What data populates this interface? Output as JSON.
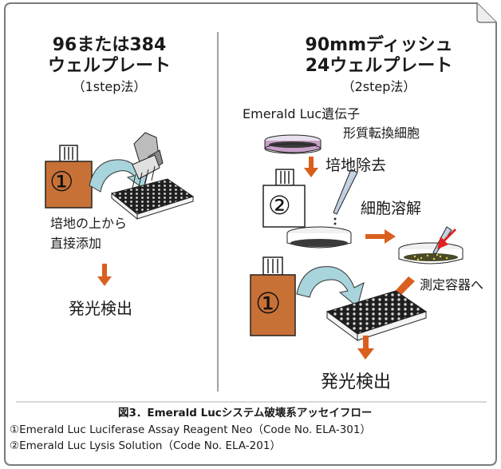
{
  "left": {
    "title_line1": "96または384",
    "title_line2": "ウェルプレート",
    "method": "（1step法）",
    "reagent_number": "①",
    "instruction_line1": "培地の上から",
    "instruction_line2": "直接添加",
    "result": "発光検出"
  },
  "right": {
    "title_line1": "90mmディッシュ",
    "title_line2": "24ウェルプレート",
    "method": "（2step法）",
    "cells_label_line1": "Emerald Luc遺伝子",
    "cells_label_line2": "形質転換細胞",
    "step_remove_medium": "培地除去",
    "reagent2_number": "②",
    "step_lysis": "細胞溶解",
    "step_transfer": "測定容器へ",
    "reagent1_number": "①",
    "result": "発光検出"
  },
  "caption": {
    "figure_title": "図3．Emerald Lucシステム破壊系アッセイフロー",
    "note1": "①Emerald Luc Luciferase Assay Reagent Neo（Code No. ELA-301）",
    "note2": "②Emerald Luc Lysis Solution（Code No. ELA-201）"
  },
  "colors": {
    "frame": "#7a7a7a",
    "bottle_brown": "#c87137",
    "arrow_orange": "#d95f1e",
    "curved_arrow": "#a8d4dc",
    "cells_pink": "#c8a0c8"
  }
}
